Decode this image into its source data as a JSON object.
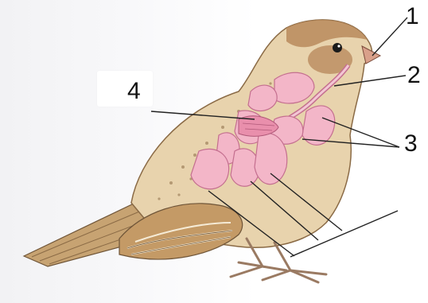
{
  "diagram": {
    "labels": [
      {
        "id": "label-1",
        "text": "1"
      },
      {
        "id": "label-2",
        "text": "2"
      },
      {
        "id": "label-3",
        "text": "3"
      },
      {
        "id": "label-4",
        "text": "4"
      }
    ]
  },
  "colors": {
    "plumage_light": "#e8d3ad",
    "plumage_mid": "#cfa674",
    "plumage_dark": "#8a6a45",
    "organ_pink": "#f3b6c8",
    "organ_outline": "#c46f8f",
    "leader_line": "#222222"
  }
}
